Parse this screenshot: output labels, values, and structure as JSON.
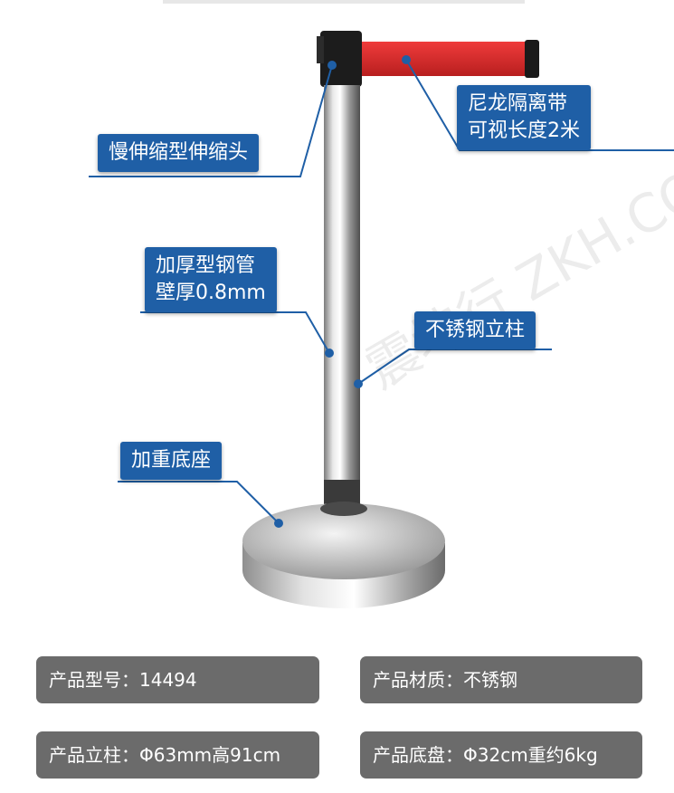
{
  "labels": {
    "belt": [
      "尼龙隔离带",
      "可视长度2米"
    ],
    "head": "慢伸缩型伸缩头",
    "tube": [
      "加厚型钢管",
      "壁厚0.8mm"
    ],
    "pillar": "不锈钢立柱",
    "base": "加重底座"
  },
  "specs": [
    {
      "key": "产品型号：",
      "value": "14494"
    },
    {
      "key": "产品材质：",
      "value": "不锈钢"
    },
    {
      "key": "产品立柱：",
      "value": "Φ63mm高91cm"
    },
    {
      "key": "产品底盘：",
      "value": "Φ32cm重约6kg"
    }
  ],
  "colors": {
    "callout": "#1f5fa6",
    "belt": "#d42a2a",
    "spec_bg": "#6b6b6b"
  },
  "watermark": "震坤行 ZKH.COM"
}
